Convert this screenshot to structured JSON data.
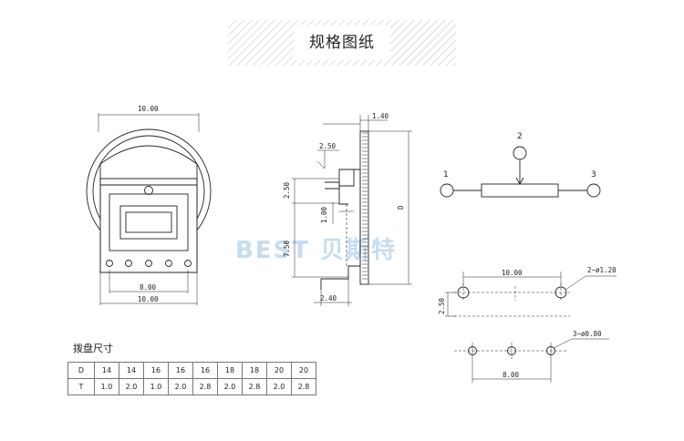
{
  "header": {
    "title": "规格图纸"
  },
  "watermark": {
    "text": "BEST 贝斯特"
  },
  "front_view": {
    "width_top": "10.00",
    "pitch": "8.00",
    "width_bottom": "10.00"
  },
  "side_view": {
    "thickness": "1.40",
    "offset": "2.50",
    "height_a": "2.50",
    "pin_pitch": "1.00",
    "height_b": "7.50",
    "diameter": "D",
    "base": "2.40"
  },
  "schematic": {
    "pin1": "1",
    "pin2": "2",
    "pin3": "3"
  },
  "pcb_holes": {
    "span": "10.00",
    "holes": "2−ø1.20",
    "row_spacing": "2.50"
  },
  "pcb_pins": {
    "holes": "3−ø0.80",
    "span": "8.00"
  },
  "table": {
    "title": "拨盘尺寸",
    "rows": [
      {
        "label": "D",
        "values": [
          "14",
          "14",
          "16",
          "16",
          "16",
          "18",
          "18",
          "20",
          "20"
        ]
      },
      {
        "label": "T",
        "values": [
          "1.0",
          "2.0",
          "1.0",
          "2.0",
          "2.8",
          "2.0",
          "2.8",
          "2.0",
          "2.8"
        ]
      }
    ]
  }
}
